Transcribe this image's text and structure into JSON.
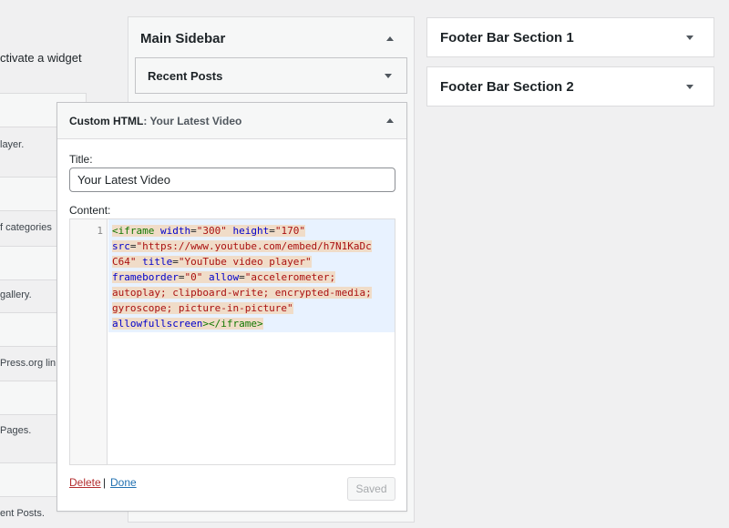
{
  "intro_text": "ctivate a widget",
  "available_widgets": {
    "descriptions": [
      "layer.",
      "f categories",
      "gallery.",
      "Press.org lin",
      "Pages.",
      "ent Posts."
    ]
  },
  "main_sidebar": {
    "title": "Main Sidebar",
    "recent_posts_label": "Recent Posts"
  },
  "custom_html_widget": {
    "type_label": "Custom HTML",
    "name_label": ": Your Latest Video",
    "title_label": "Title:",
    "title_value": "Your Latest Video",
    "content_label": "Content:",
    "line_number": "1",
    "code_tokens": {
      "open_tag": "<iframe",
      "width_attr": "width",
      "width_val": "\"300\"",
      "height_attr": "height",
      "height_val": "\"170\"",
      "src_attr": "src",
      "src_val_1": "\"https://www.youtube.com/embed/h7N1KaDc",
      "src_val_2": "C64\"",
      "title_attr": "title",
      "title_val": "\"YouTube video player\"",
      "frameborder_attr": "frameborder",
      "frameborder_val": "\"0\"",
      "allow_attr": "allow",
      "allow_val_1": "\"accelerometer;",
      "allow_val_2": "autoplay; clipboard-write; encrypted-media;",
      "allow_val_3": "gyroscope; picture-in-picture\"",
      "allowfullscreen_attr": "allowfullscreen",
      "close_tag": "></iframe>"
    },
    "delete_label": "Delete",
    "separator": "|",
    "done_label": "Done",
    "saved_label": "Saved"
  },
  "footer_sections": {
    "section1": "Footer Bar Section 1",
    "section2": "Footer Bar Section 2"
  },
  "icons": {
    "collapse": "triangle-up-icon",
    "expand": "triangle-down-icon"
  },
  "colors": {
    "link": "#2271b1",
    "delete": "#b32d2e",
    "code_bg": "#e8f2ff",
    "code_highlight": "#f0dcc8"
  }
}
